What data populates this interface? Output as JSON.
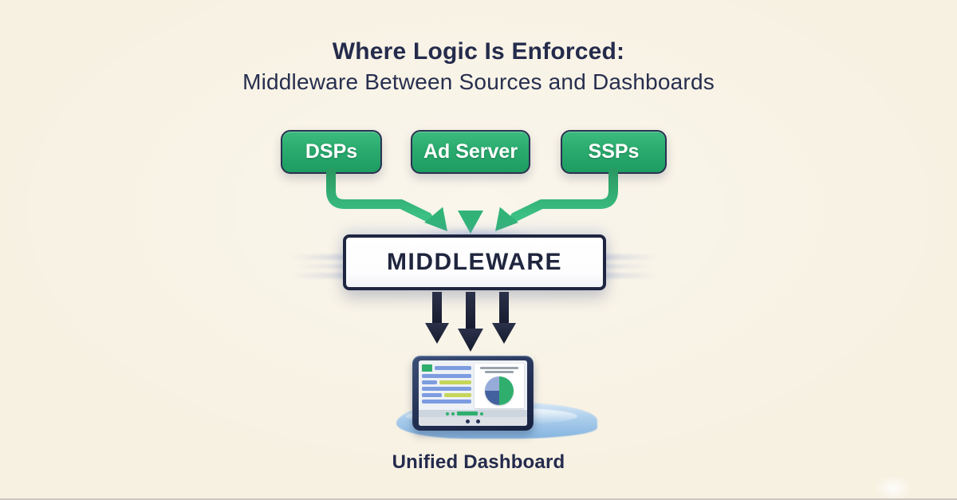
{
  "title": {
    "line1": "Where Logic Is Enforced:",
    "line2": "Middleware Between Sources and Dashboards"
  },
  "sources": [
    {
      "label": "DSPs"
    },
    {
      "label": "Ad Server"
    },
    {
      "label": "SSPs"
    }
  ],
  "middleware": {
    "label": "MIDDLEWARE"
  },
  "unified_dashboard": {
    "label": "Unified Dashboard"
  },
  "icons": {
    "tablet": "unified-dashboard-tablet-icon",
    "pie_chart": "pie-chart-icon",
    "arrows_green": "source-to-middleware-arrows",
    "arrows_dark": "middleware-to-dashboard-arrows"
  },
  "colors": {
    "background": "#f7f1e2",
    "navy_text": "#252b4c",
    "source_green_top": "#3cbb7f",
    "source_green_bottom": "#1e9c62",
    "arrow_green": "#2aab6d",
    "dark_arrow": "#1e2337",
    "middleware_border": "#1e2540",
    "puddle_blue": "#aacdeb",
    "pie_green": "#2fae6e",
    "pie_blue_dark": "#44619f",
    "pie_blue_light": "#97abd9"
  }
}
